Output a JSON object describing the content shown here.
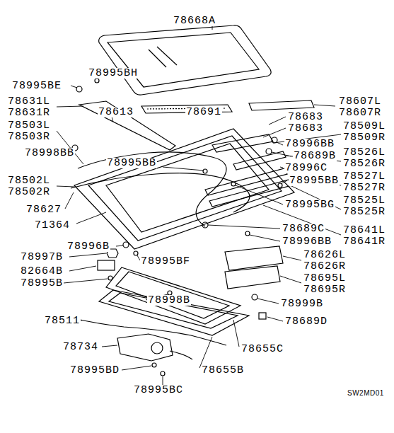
{
  "diagram": {
    "labels": [
      "78668A",
      "78995BE",
      "78995BH",
      "78631L",
      "78631R",
      "78613",
      "78691",
      "78607L",
      "78607R",
      "78683",
      "78503L",
      "78503R",
      "78683",
      "78509L",
      "78509R",
      "78998BB",
      "78995BB",
      "78996BB",
      "78689B",
      "78526L",
      "78526R",
      "78996C",
      "78502L",
      "78502R",
      "78995BB",
      "78527L",
      "78527R",
      "78627",
      "78995BG",
      "78525L",
      "78525R",
      "71364",
      "78689C",
      "78641L",
      "78641R",
      "78996B",
      "78996BB",
      "78997B",
      "78995BF",
      "78626L",
      "78626R",
      "82664B",
      "78995B",
      "78695L",
      "78695R",
      "78999B",
      "78998B",
      "78511",
      "78689D",
      "78734",
      "78655C",
      "78995BD",
      "78655B",
      "78995BC",
      "SW2MD01"
    ]
  }
}
